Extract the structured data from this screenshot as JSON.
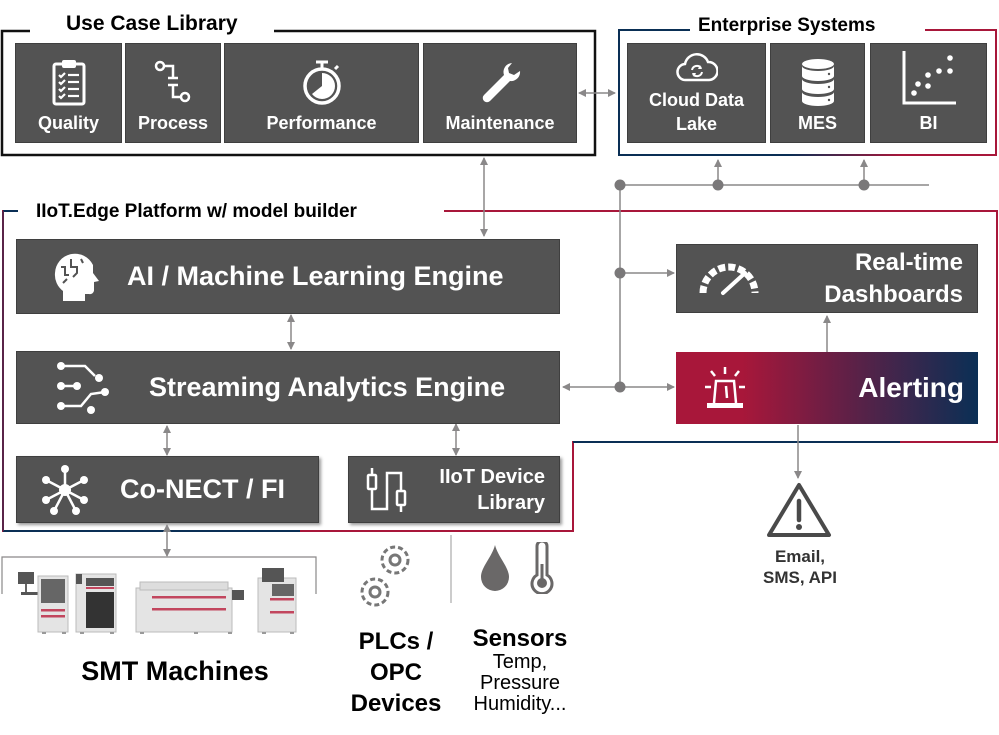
{
  "use_case_library": {
    "title": "Use Case Library",
    "tiles": [
      {
        "label": "Quality",
        "icon": "clipboard-checklist-icon"
      },
      {
        "label": "Process",
        "icon": "process-flow-icon"
      },
      {
        "label": "Performance",
        "icon": "stopwatch-icon"
      },
      {
        "label": "Maintenance",
        "icon": "wrench-icon"
      }
    ]
  },
  "enterprise_systems": {
    "title": "Enterprise Systems",
    "tiles": [
      {
        "label_line1": "Cloud Data",
        "label_line2": "Lake",
        "icon": "cloud-sync-icon"
      },
      {
        "label": "MES",
        "icon": "database-icon"
      },
      {
        "label": "BI",
        "icon": "scatter-plot-icon"
      }
    ]
  },
  "edge_platform": {
    "title": "IIoT.Edge Platform w/ model builder",
    "ai_engine": {
      "label": "AI / Machine Learning Engine",
      "icon": "brain-head-icon"
    },
    "streaming_engine": {
      "label": "Streaming Analytics Engine",
      "icon": "data-flow-icon"
    },
    "conect": {
      "label": "Co-NECT / FI",
      "icon": "network-hub-icon"
    },
    "device_library": {
      "label_line1": "IIoT Device",
      "label_line2": "Library",
      "icon": "usb-cable-icon"
    },
    "dashboards": {
      "label_line1": "Real-time",
      "label_line2": "Dashboards",
      "icon": "speedometer-icon"
    },
    "alerting": {
      "label": "Alerting",
      "icon": "siren-icon"
    }
  },
  "outputs": {
    "notifications": {
      "line1": "Email,",
      "line2": "SMS, API",
      "icon": "warning-triangle-icon"
    }
  },
  "sources": {
    "smt": {
      "label": "SMT Machines",
      "icon": "smt-machines-image"
    },
    "plcs": {
      "line1": "PLCs /",
      "line2": "OPC",
      "line3": "Devices",
      "icon": "gears-icon"
    },
    "sensors": {
      "title": "Sensors",
      "line1": "Temp,",
      "line2": "Pressure",
      "line3": "Humidity...",
      "icons": [
        "droplet-icon",
        "thermometer-icon"
      ]
    }
  },
  "colors": {
    "box": "#535353",
    "connector": "#8a8889",
    "brand_red": "#a8173a",
    "brand_navy": "#0a2f55"
  }
}
